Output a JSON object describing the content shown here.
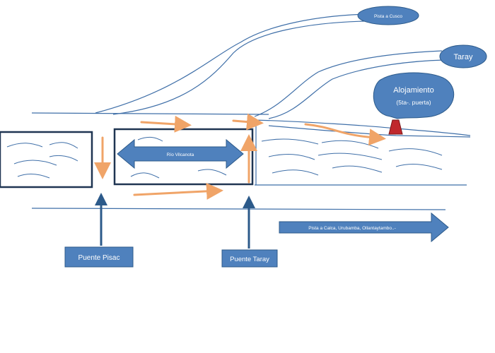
{
  "map": {
    "labels": {
      "pista_cusco": "Pista a Cusco",
      "taray": "Taray",
      "alojamiento_title": "Alojamiento",
      "alojamiento_sub": "(5ta-. puerta)",
      "rio": "Río Vilcanota",
      "pista_calca": "Pista a Calca, Urubamba, Ollantaytambo..-",
      "puente_pisac": "Puente Pisac",
      "puente_taray": "Puente Taray"
    },
    "colors": {
      "road_line": "#3f6fa8",
      "callout_fill": "#4f81bd",
      "callout_stroke": "#2c5a8a",
      "route_arrow": "#f0a468",
      "marker": "#c0282c",
      "label_text": "#ffffff"
    },
    "icons": {
      "lodging_marker": "lodging-marker-icon",
      "route_arrow": "route-arrow-icon"
    }
  }
}
